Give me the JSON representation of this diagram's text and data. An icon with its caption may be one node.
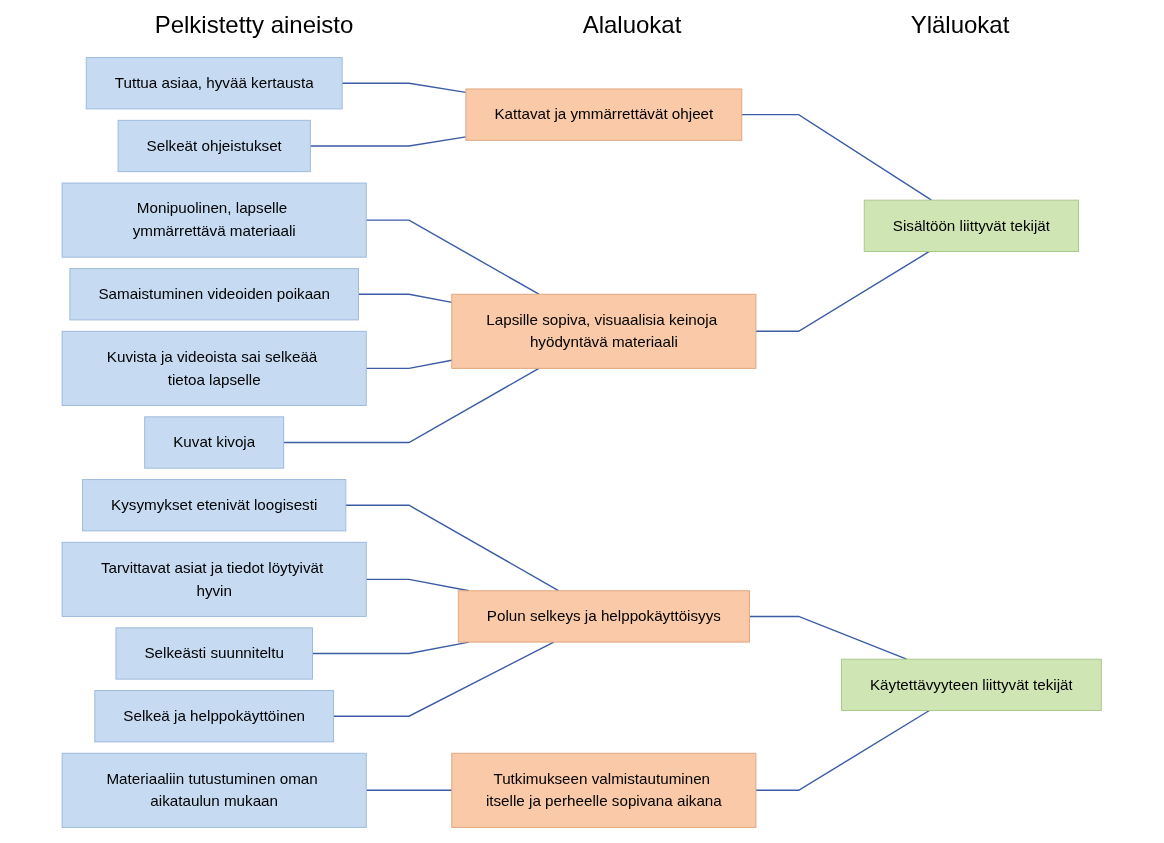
{
  "diagram": {
    "nodes": [
      {
        "text": [
          "Tuttua asiaa, hyvää kertausta"
        ]
      },
      {
        "text": [
          "Selkeät ohjeistukset"
        ]
      },
      {
        "text": [
          "Monipuolinen, lapselle ymmärrettävä materiaali"
        ]
      },
      {
        "text": [
          "Samaistuminen videoiden poikaan"
        ]
      },
      {
        "text": [
          "Kuvista ja videoista sai selkeää tietoa lapselle"
        ]
      },
      {
        "text": [
          "Kuvat kivoja"
        ]
      },
      {
        "text": [
          "Kysymykset etenivät loogisesti"
        ]
      },
      {
        "text": [
          "Tarvittavat asiat ja tiedot löytyivät hyvin"
        ]
      },
      {
        "text": [
          "Selkeästi suunniteltu"
        ]
      },
      {
        "text": [
          "Selkeä ja helppokäyttöinen"
        ]
      },
      {
        "text": [
          "Materiaaliin tutustuminen oman aikataulun mukaan"
        ]
      },
      {
        "text": [
          "Kattavat ja ymmärrettävät ohjeet"
        ]
      },
      {
        "text": [
          "Lapsille sopiva, visuaalisia keinoja hyödyntävä materiaali"
        ]
      },
      {
        "text": [
          "Polun selkeys ja helppokäyttöisyys"
        ]
      },
      {
        "text": [
          "Tutkimukseen valmistautuminen itselle ja perheelle sopivana aikana"
        ]
      },
      {
        "text": [
          "Sisältöön liittyvät tekijät"
        ]
      },
      {
        "text": [
          "Käytettävyyteen liittyvät tekijät"
        ]
      }
    ],
    "edges": [
      {
        "from": 0,
        "to": 11,
        "arrow": "none"
      },
      {
        "from": 1,
        "to": 11,
        "arrow": "none"
      },
      {
        "from": 2,
        "to": 12,
        "arrow": "none"
      },
      {
        "from": 3,
        "to": 12,
        "arrow": "none"
      },
      {
        "from": 4,
        "to": 12,
        "arrow": "none"
      },
      {
        "from": 5,
        "to": 12,
        "arrow": "none"
      },
      {
        "from": 6,
        "to": 13,
        "arrow": "none"
      },
      {
        "from": 7,
        "to": 13,
        "arrow": "none"
      },
      {
        "from": 8,
        "to": 13,
        "arrow": "none"
      },
      {
        "from": 9,
        "to": 13,
        "arrow": "none"
      },
      {
        "from": 10,
        "to": 14,
        "arrow": "none"
      },
      {
        "from": 11,
        "to": 15,
        "arrow": "none"
      },
      {
        "from": 12,
        "to": 15,
        "arrow": "none"
      },
      {
        "from": 13,
        "to": 16,
        "arrow": "none"
      },
      {
        "from": 14,
        "to": 16,
        "arrow": "none"
      }
    ],
    "labels": [
      "Pelkistetty aineisto",
      "Alaluokat",
      "Yläluokat"
    ]
  }
}
